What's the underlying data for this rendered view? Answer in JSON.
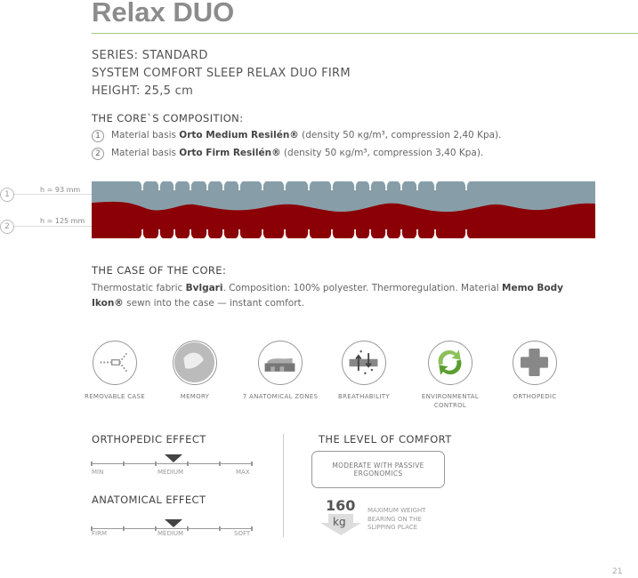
{
  "title": "Relax DUO",
  "spec": {
    "series": "SERIES: STANDARD",
    "system": "SYSTEM COMFORT SLEEP RELAX DUO FIRM",
    "height": "HEIGHT: 25,5 cm"
  },
  "core": {
    "heading": "THE CORE`S COMPOSITION:",
    "items": [
      {
        "num": "1",
        "pre": "Material basis ",
        "name": "Orto Medium Resilén®",
        "post": " (density 50 кg/m³, compression 2,40 Kpa)."
      },
      {
        "num": "2",
        "pre": "Material basis ",
        "name": "Orto Firm Resilén®",
        "post": " (density 50 кg/m³, compression 3,40 Kpa)."
      }
    ]
  },
  "diagram": {
    "layer1": {
      "num": "1",
      "label": "h = 93 mm",
      "color": "#879ea8"
    },
    "layer2": {
      "num": "2",
      "label": "h = 125 mm",
      "color": "#8b0006"
    }
  },
  "case": {
    "heading": "THE CASE OF THE CORE:",
    "t1": "Thermostatic fabric ",
    "b1": "Bvlgari",
    "t2": ". Composition: 100% polyester. Thermoregulation. Material ",
    "b2": "Memo Body Ikon®",
    "t3": " sewn into the case — instant comfort."
  },
  "features": [
    {
      "icon": "zipper-icon",
      "label": "REMOVABLE CASE"
    },
    {
      "icon": "memory-hand-icon",
      "label": "MEMORY"
    },
    {
      "icon": "anatomical-zones-icon",
      "label": "7 ANATOMICAL ZONES"
    },
    {
      "icon": "breathability-icon",
      "label": "BREATHABILITY"
    },
    {
      "icon": "recycle-icon",
      "label": "ENVIRONMENTAL CONTROL"
    },
    {
      "icon": "cross-icon",
      "label": "ORTHOPEDIC"
    }
  ],
  "orthopedic": {
    "heading": "ORTHOPEDIC EFFECT",
    "min": "MIN",
    "mid": "MEDIUM",
    "max": "MAX",
    "value": 0.5
  },
  "anatomical": {
    "heading": "ANATOMICAL EFFECT",
    "min": "FIRM",
    "mid": "MEDIUM",
    "max": "SOFT",
    "value": 0.5
  },
  "comfort": {
    "heading": "THE LEVEL OF COMFORT",
    "level": "MODERATE WITH PASSIVE ERGONOMICS",
    "weight": "160",
    "unit": "kg",
    "weight_label": "MAXIMUM WEIGHT BEARING ON THE SLIPPING PLACE"
  },
  "page_number": "21",
  "colors": {
    "accent": "#a4c97a",
    "green_icon": "#6aab3a"
  }
}
